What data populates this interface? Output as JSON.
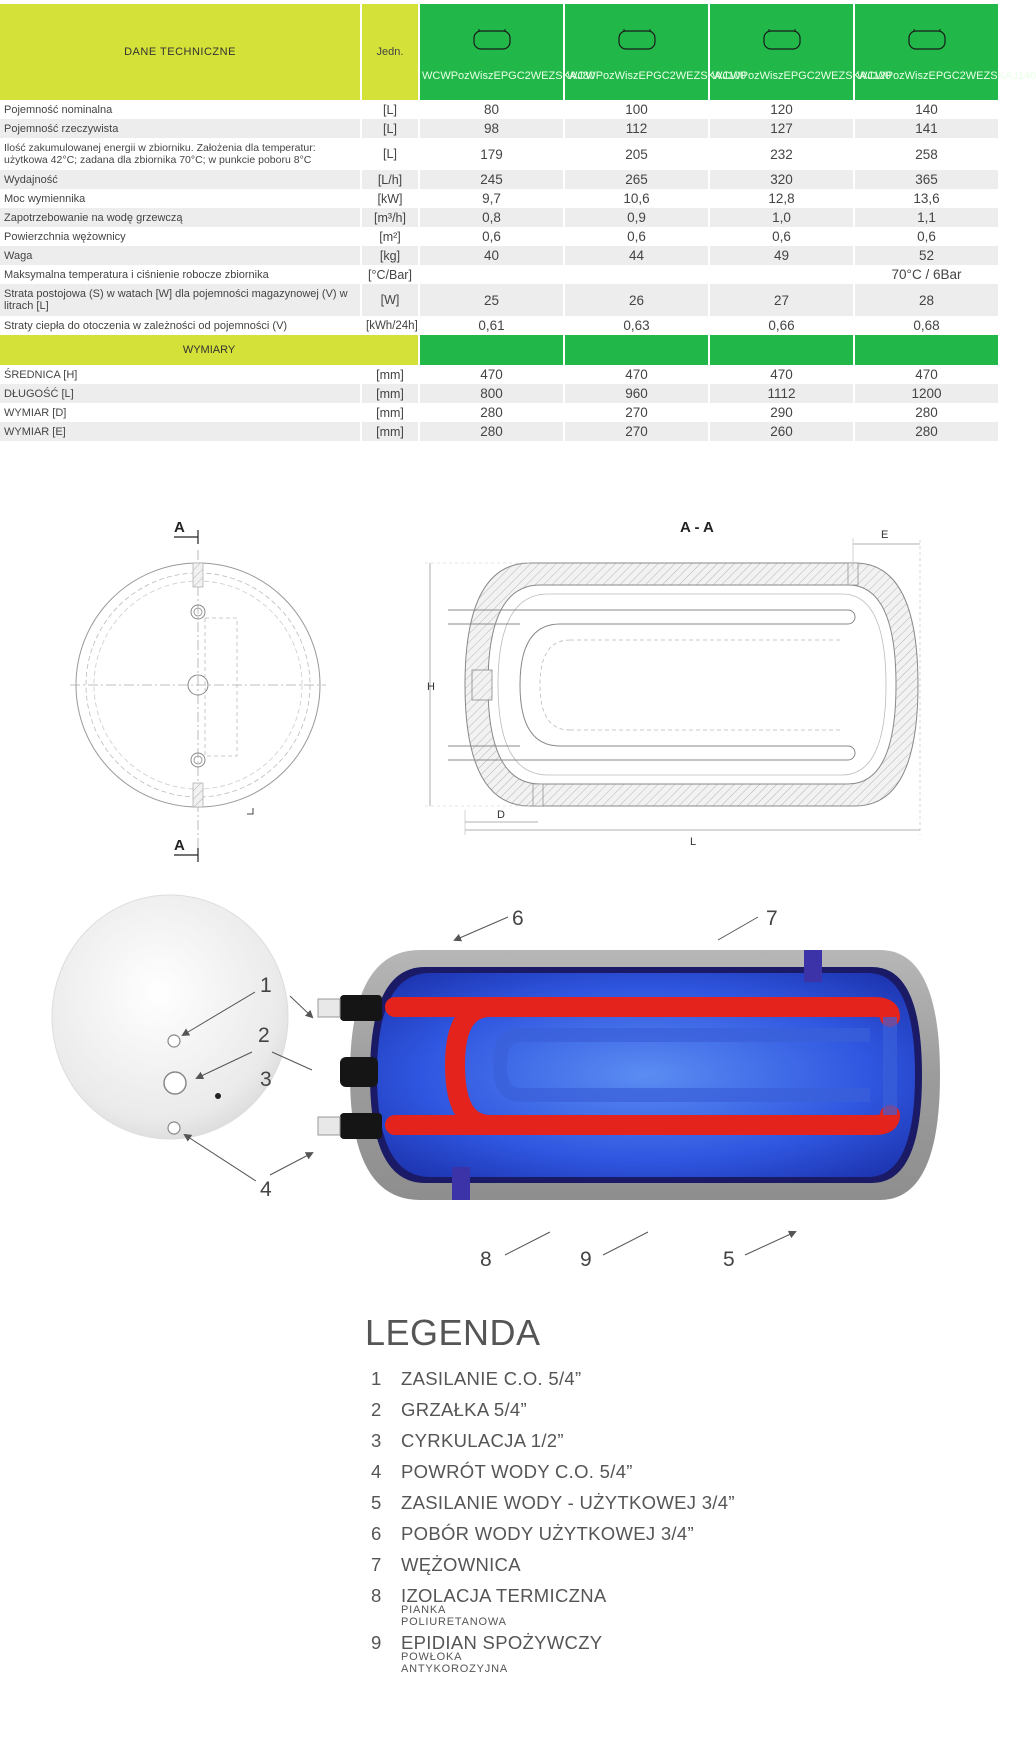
{
  "table": {
    "title": "DANE TECHNICZNE",
    "unit_header": "Jedn.",
    "models": [
      "WCWPozWiszEPGC2WEZSKAJ80",
      "WCWPozWiszEPGC2WEZSKAJ100",
      "WCWPozWiszEPGC2WEZSKAJ120",
      "WCWPozWiszEPGC2WEZSKAJ140"
    ],
    "rows": [
      {
        "label": "Pojemność nominalna",
        "unit": "[L]",
        "values": [
          "80",
          "100",
          "120",
          "140"
        ]
      },
      {
        "label": "Pojemność rzeczywista",
        "unit": "[L]",
        "values": [
          "98",
          "112",
          "127",
          "141"
        ]
      },
      {
        "label": "Ilość zakumulowanej energii w zbiorniku. Założenia dla temperatur: użytkowa 42°C; zadana dla zbiornika 70°C; w punkcie poboru 8°C",
        "unit": "[L]",
        "values": [
          "179",
          "205",
          "232",
          "258"
        ]
      },
      {
        "label": "Wydajność",
        "unit": "[L/h]",
        "values": [
          "245",
          "265",
          "320",
          "365"
        ]
      },
      {
        "label": "Moc wymiennika",
        "unit": "[kW]",
        "values": [
          "9,7",
          "10,6",
          "12,8",
          "13,6"
        ]
      },
      {
        "label": "Zapotrzebowanie na wodę grzewczą",
        "unit": "[m³/h]",
        "values": [
          "0,8",
          "0,9",
          "1,0",
          "1,1"
        ]
      },
      {
        "label": "Powierzchnia wężownicy",
        "unit": "[m²]",
        "values": [
          "0,6",
          "0,6",
          "0,6",
          "0,6"
        ]
      },
      {
        "label": "Waga",
        "unit": "[kg]",
        "values": [
          "40",
          "44",
          "49",
          "52"
        ]
      },
      {
        "label": "Maksymalna temperatura i ciśnienie robocze zbiornika",
        "unit": "[°C/Bar]",
        "values": [
          "",
          "",
          "",
          "70°C / 6Bar"
        ]
      },
      {
        "label": "Strata postojowa (S) w watach [W] dla pojemności magazynowej (V) w litrach [L]",
        "unit": "[W]",
        "values": [
          "25",
          "26",
          "27",
          "28"
        ]
      },
      {
        "label": "Straty ciepła do otoczenia w zależności od pojemności (V)",
        "unit": "[kWh/24h]",
        "values": [
          "0,61",
          "0,63",
          "0,66",
          "0,68"
        ]
      }
    ],
    "dimensions_title": "WYMIARY",
    "dimension_rows": [
      {
        "label": "ŚREDNICA [H]",
        "unit": "[mm]",
        "values": [
          "470",
          "470",
          "470",
          "470"
        ]
      },
      {
        "label": "DŁUGOŚĆ [L]",
        "unit": "[mm]",
        "values": [
          "800",
          "960",
          "1112",
          "1200"
        ]
      },
      {
        "label": "WYMIAR [D]",
        "unit": "[mm]",
        "values": [
          "280",
          "270",
          "290",
          "280"
        ]
      },
      {
        "label": "WYMIAR [E]",
        "unit": "[mm]",
        "values": [
          "280",
          "270",
          "260",
          "280"
        ]
      }
    ]
  },
  "drawing": {
    "section_mark": "A",
    "section_title": "A - A",
    "dim_h": "H",
    "dim_l": "L",
    "dim_d": "D",
    "dim_e": "E"
  },
  "callouts": [
    "1",
    "2",
    "3",
    "4",
    "5",
    "6",
    "7",
    "8",
    "9"
  ],
  "legend": {
    "title": "LEGENDA",
    "items": [
      {
        "num": "1",
        "text": "ZASILANIE C.O. 5/4”",
        "sub": ""
      },
      {
        "num": "2",
        "text": "GRZAŁKA 5/4”",
        "sub": ""
      },
      {
        "num": "3",
        "text": "CYRKULACJA 1/2”",
        "sub": ""
      },
      {
        "num": "4",
        "text": "POWRÓT WODY C.O. 5/4”",
        "sub": ""
      },
      {
        "num": "5",
        "text": "ZASILANIE WODY - UŻYTKOWEJ 3/4”",
        "sub": ""
      },
      {
        "num": "6",
        "text": "POBÓR WODY UŻYTKOWEJ 3/4”",
        "sub": ""
      },
      {
        "num": "7",
        "text": "WĘŻOWNICA",
        "sub": ""
      },
      {
        "num": "8",
        "text": "IZOLACJA TERMICZNA",
        "sub": "PIANKA POLIURETANOWA"
      },
      {
        "num": "9",
        "text": "EPIDIAN SPOŻYWCZY",
        "sub": "POWŁOKA ANTYKOROZYJNA"
      }
    ]
  },
  "colors": {
    "header_lime": "#d4e138",
    "header_green": "#22b849",
    "water_blue": "#2f56e0",
    "coil_red": "#e3231c",
    "shell_grey": "#9a9a9a"
  }
}
